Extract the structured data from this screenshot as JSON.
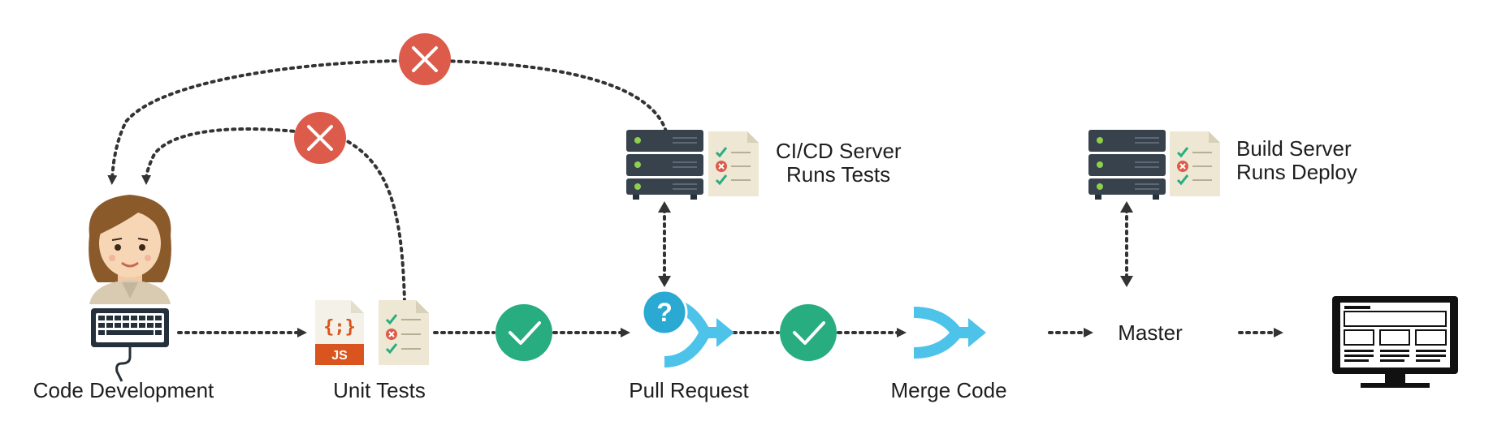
{
  "labels": {
    "code_development": "Code Development",
    "unit_tests": "Unit Tests",
    "pull_request": "Pull Request",
    "merge_code": "Merge Code",
    "master": "Master",
    "ci_server_line1": "CI/CD Server",
    "ci_server_line2": "Runs Tests",
    "build_server_line1": "Build Server",
    "build_server_line2": "Runs Deploy"
  },
  "js_file_badge": "JS",
  "js_file_glyph": "{;}",
  "question_glyph": "?",
  "colors": {
    "fail_red": "#dd5b4b",
    "pass_green": "#27ad7f",
    "merge_blue": "#4ec3ea",
    "question_teal": "#2aa9d2",
    "server_dark": "#37424d",
    "server_led": "#8dd04a",
    "js_orange": "#d9541e",
    "dotted_line": "#333333"
  }
}
